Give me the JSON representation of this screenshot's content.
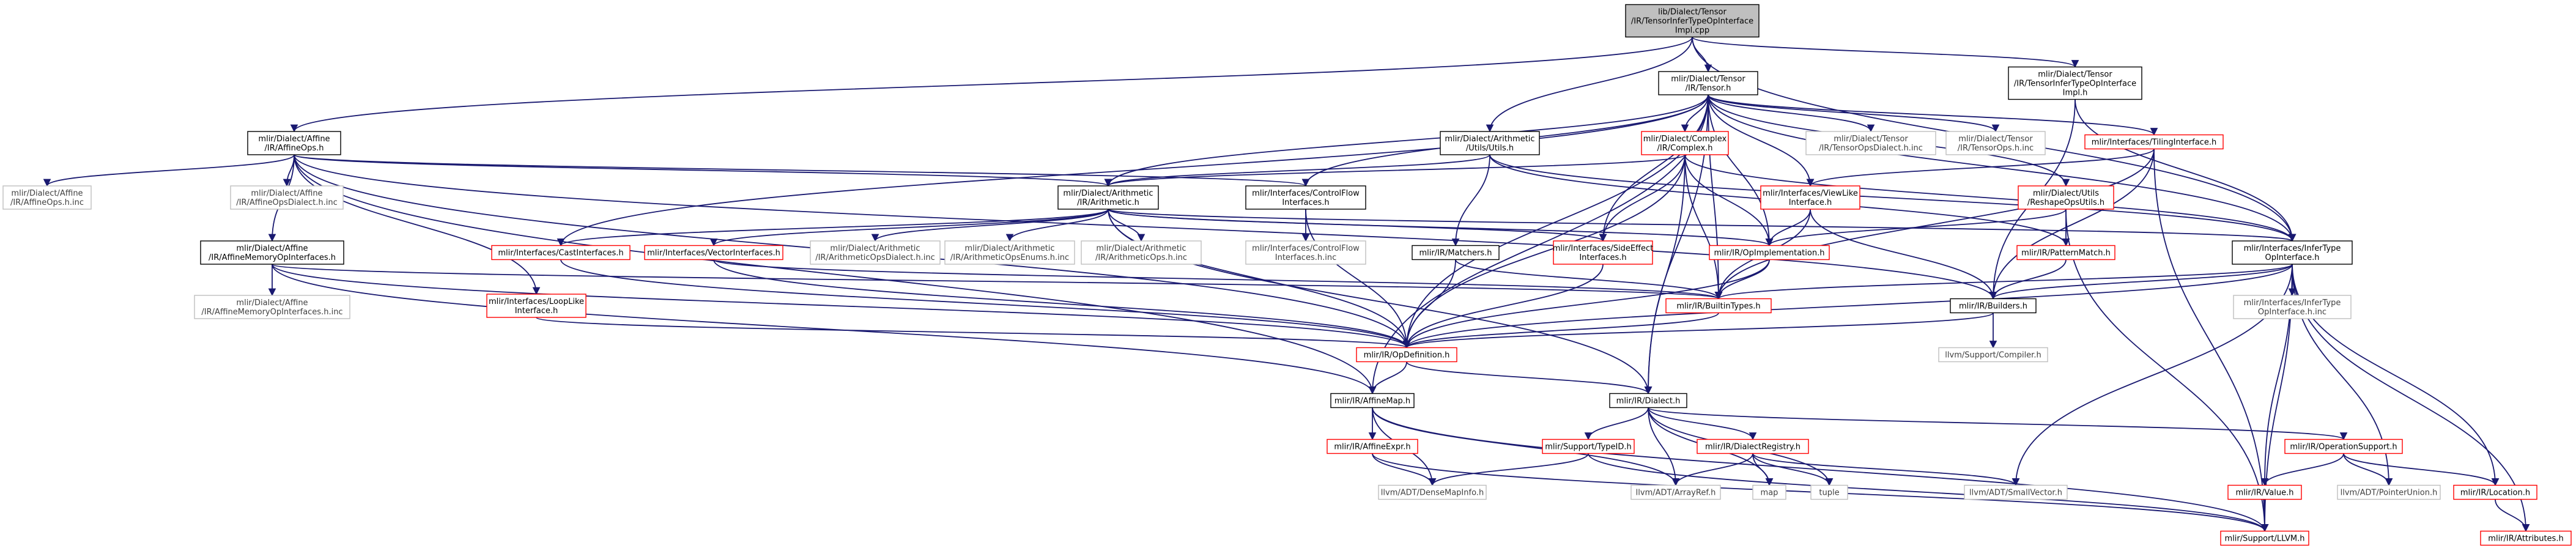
{
  "colors": {
    "edge": "#191970",
    "root_fill": "#bfbfbf",
    "node_border": "#000000",
    "node_border_missing": "#bfbfbf",
    "node_border_warn": "#ff0000",
    "text": "#000000",
    "text_missing": "#404040"
  },
  "nodes": [
    {
      "id": "root",
      "lines": [
        "lib/Dialect/Tensor",
        "/IR/TensorInferTypeOpInterface",
        "Impl.cpp"
      ],
      "style": "root"
    },
    {
      "id": "tensor_h",
      "lines": [
        "mlir/Dialect/Tensor",
        "/IR/Tensor.h"
      ],
      "style": "normal"
    },
    {
      "id": "tensor_infer_impl_h",
      "lines": [
        "mlir/Dialect/Tensor",
        "/IR/TensorInferTypeOpInterface",
        "Impl.h"
      ],
      "style": "normal"
    },
    {
      "id": "affine_ops_h",
      "lines": [
        "mlir/Dialect/Affine",
        "/IR/AffineOps.h"
      ],
      "style": "normal"
    },
    {
      "id": "arith_utils_h",
      "lines": [
        "mlir/Dialect/Arithmetic",
        "/Utils/Utils.h"
      ],
      "style": "normal"
    },
    {
      "id": "complex_h",
      "lines": [
        "mlir/Dialect/Complex",
        "/IR/Complex.h"
      ],
      "style": "warn"
    },
    {
      "id": "tensor_ops_dialect_inc",
      "lines": [
        "mlir/Dialect/Tensor",
        "/IR/TensorOpsDialect.h.inc"
      ],
      "style": "missing"
    },
    {
      "id": "tensor_ops_inc",
      "lines": [
        "mlir/Dialect/Tensor",
        "/IR/TensorOps.h.inc"
      ],
      "style": "missing"
    },
    {
      "id": "tiling_interface_h",
      "lines": [
        "mlir/Interfaces/TilingInterface.h"
      ],
      "style": "warn"
    },
    {
      "id": "affine_ops_inc",
      "lines": [
        "mlir/Dialect/Affine",
        "/IR/AffineOps.h.inc"
      ],
      "style": "missing"
    },
    {
      "id": "affine_ops_dialect_inc",
      "lines": [
        "mlir/Dialect/Affine",
        "/IR/AffineOpsDialect.h.inc"
      ],
      "style": "missing"
    },
    {
      "id": "arith_h",
      "lines": [
        "mlir/Dialect/Arithmetic",
        "/IR/Arithmetic.h"
      ],
      "style": "normal"
    },
    {
      "id": "control_flow_h",
      "lines": [
        "mlir/Interfaces/ControlFlow",
        "Interfaces.h"
      ],
      "style": "normal"
    },
    {
      "id": "view_like_h",
      "lines": [
        "mlir/Interfaces/ViewLike",
        "Interface.h"
      ],
      "style": "warn"
    },
    {
      "id": "reshape_utils_h",
      "lines": [
        "mlir/Dialect/Utils",
        "/ReshapeOpsUtils.h"
      ],
      "style": "warn"
    },
    {
      "id": "affine_mem_h",
      "lines": [
        "mlir/Dialect/Affine",
        "/IR/AffineMemoryOpInterfaces.h"
      ],
      "style": "normal"
    },
    {
      "id": "cast_interfaces_h",
      "lines": [
        "mlir/Interfaces/CastInterfaces.h"
      ],
      "style": "warn"
    },
    {
      "id": "vector_interfaces_h",
      "lines": [
        "mlir/Interfaces/VectorInterfaces.h"
      ],
      "style": "warn"
    },
    {
      "id": "arith_dialect_inc",
      "lines": [
        "mlir/Dialect/Arithmetic",
        "/IR/ArithmeticOpsDialect.h.inc"
      ],
      "style": "missing"
    },
    {
      "id": "arith_enums_inc",
      "lines": [
        "mlir/Dialect/Arithmetic",
        "/IR/ArithmeticOpsEnums.h.inc"
      ],
      "style": "missing"
    },
    {
      "id": "arith_ops_inc",
      "lines": [
        "mlir/Dialect/Arithmetic",
        "/IR/ArithmeticOps.h.inc"
      ],
      "style": "missing"
    },
    {
      "id": "control_flow_inc",
      "lines": [
        "mlir/Interfaces/ControlFlow",
        "Interfaces.h.inc"
      ],
      "style": "missing"
    },
    {
      "id": "matchers_h",
      "lines": [
        "mlir/IR/Matchers.h"
      ],
      "style": "normal"
    },
    {
      "id": "side_effect_h",
      "lines": [
        "mlir/Interfaces/SideEffect",
        "Interfaces.h"
      ],
      "style": "warn"
    },
    {
      "id": "op_impl_h",
      "lines": [
        "mlir/IR/OpImplementation.h"
      ],
      "style": "warn"
    },
    {
      "id": "pattern_match_h",
      "lines": [
        "mlir/IR/PatternMatch.h"
      ],
      "style": "warn"
    },
    {
      "id": "infer_type_h",
      "lines": [
        "mlir/Interfaces/InferType",
        "OpInterface.h"
      ],
      "style": "normal"
    },
    {
      "id": "affine_mem_inc",
      "lines": [
        "mlir/Dialect/Affine",
        "/IR/AffineMemoryOpInterfaces.h.inc"
      ],
      "style": "missing"
    },
    {
      "id": "loop_like_h",
      "lines": [
        "mlir/Interfaces/LoopLike",
        "Interface.h"
      ],
      "style": "warn"
    },
    {
      "id": "builtin_types_h",
      "lines": [
        "mlir/IR/BuiltinTypes.h"
      ],
      "style": "warn"
    },
    {
      "id": "builders_h",
      "lines": [
        "mlir/IR/Builders.h"
      ],
      "style": "normal"
    },
    {
      "id": "infer_type_inc",
      "lines": [
        "mlir/Interfaces/InferType",
        "OpInterface.h.inc"
      ],
      "style": "missing"
    },
    {
      "id": "op_definition_h",
      "lines": [
        "mlir/IR/OpDefinition.h"
      ],
      "style": "warn"
    },
    {
      "id": "compiler_h",
      "lines": [
        "llvm/Support/Compiler.h"
      ],
      "style": "missing"
    },
    {
      "id": "affine_map_h",
      "lines": [
        "mlir/IR/AffineMap.h"
      ],
      "style": "normal"
    },
    {
      "id": "dialect_h",
      "lines": [
        "mlir/IR/Dialect.h"
      ],
      "style": "normal"
    },
    {
      "id": "affine_expr_h",
      "lines": [
        "mlir/IR/AffineExpr.h"
      ],
      "style": "warn"
    },
    {
      "id": "type_id_h",
      "lines": [
        "mlir/Support/TypeID.h"
      ],
      "style": "warn"
    },
    {
      "id": "dialect_registry_h",
      "lines": [
        "mlir/IR/DialectRegistry.h"
      ],
      "style": "warn"
    },
    {
      "id": "op_support_h",
      "lines": [
        "mlir/IR/OperationSupport.h"
      ],
      "style": "warn"
    },
    {
      "id": "dense_map_info_h",
      "lines": [
        "llvm/ADT/DenseMapInfo.h"
      ],
      "style": "missing"
    },
    {
      "id": "array_ref_h",
      "lines": [
        "llvm/ADT/ArrayRef.h"
      ],
      "style": "missing"
    },
    {
      "id": "map",
      "lines": [
        "map"
      ],
      "style": "missing"
    },
    {
      "id": "tuple",
      "lines": [
        "tuple"
      ],
      "style": "missing"
    },
    {
      "id": "small_vector_h",
      "lines": [
        "llvm/ADT/SmallVector.h"
      ],
      "style": "missing"
    },
    {
      "id": "value_h",
      "lines": [
        "mlir/IR/Value.h"
      ],
      "style": "warn"
    },
    {
      "id": "pointer_union_h",
      "lines": [
        "llvm/ADT/PointerUnion.h"
      ],
      "style": "missing"
    },
    {
      "id": "location_h",
      "lines": [
        "mlir/IR/Location.h"
      ],
      "style": "warn"
    },
    {
      "id": "attributes_h",
      "lines": [
        "mlir/IR/Attributes.h"
      ],
      "style": "warn"
    },
    {
      "id": "llvm_h",
      "lines": [
        "mlir/Support/LLVM.h"
      ],
      "style": "warn"
    }
  ],
  "edges": [
    [
      "root",
      "tensor_h"
    ],
    [
      "root",
      "tensor_infer_impl_h"
    ],
    [
      "root",
      "affine_ops_h"
    ],
    [
      "root",
      "arith_utils_h"
    ],
    [
      "root",
      "infer_type_h"
    ],
    [
      "tensor_h",
      "complex_h"
    ],
    [
      "tensor_h",
      "tensor_ops_dialect_inc"
    ],
    [
      "tensor_h",
      "tensor_ops_inc"
    ],
    [
      "tensor_h",
      "tiling_interface_h"
    ],
    [
      "tensor_h",
      "arith_h"
    ],
    [
      "tensor_h",
      "control_flow_h"
    ],
    [
      "tensor_h",
      "view_like_h"
    ],
    [
      "tensor_h",
      "reshape_utils_h"
    ],
    [
      "tensor_h",
      "side_effect_h"
    ],
    [
      "tensor_h",
      "op_impl_h"
    ],
    [
      "tensor_h",
      "builtin_types_h"
    ],
    [
      "tensor_h",
      "op_definition_h"
    ],
    [
      "tensor_h",
      "cast_interfaces_h"
    ],
    [
      "tensor_h",
      "infer_type_h"
    ],
    [
      "tensor_h",
      "affine_map_h"
    ],
    [
      "tensor_h",
      "dialect_h"
    ],
    [
      "tensor_infer_impl_h",
      "infer_type_h"
    ],
    [
      "tensor_infer_impl_h",
      "builders_h"
    ],
    [
      "affine_ops_h",
      "affine_ops_inc"
    ],
    [
      "affine_ops_h",
      "affine_ops_dialect_inc"
    ],
    [
      "affine_ops_h",
      "arith_h"
    ],
    [
      "affine_ops_h",
      "affine_mem_h"
    ],
    [
      "affine_ops_h",
      "loop_like_h"
    ],
    [
      "affine_ops_h",
      "op_definition_h"
    ],
    [
      "affine_ops_h",
      "builders_h"
    ],
    [
      "affine_ops_h",
      "affine_map_h"
    ],
    [
      "affine_ops_h",
      "control_flow_h"
    ],
    [
      "arith_utils_h",
      "arith_h"
    ],
    [
      "arith_utils_h",
      "matchers_h"
    ],
    [
      "arith_utils_h",
      "pattern_match_h"
    ],
    [
      "arith_utils_h",
      "infer_type_h"
    ],
    [
      "complex_h",
      "arith_h"
    ],
    [
      "complex_h",
      "side_effect_h"
    ],
    [
      "complex_h",
      "op_impl_h"
    ],
    [
      "complex_h",
      "builtin_types_h"
    ],
    [
      "complex_h",
      "dialect_h"
    ],
    [
      "complex_h",
      "op_definition_h"
    ],
    [
      "complex_h",
      "infer_type_h"
    ],
    [
      "tiling_interface_h",
      "view_like_h"
    ],
    [
      "tiling_interface_h",
      "builtin_types_h"
    ],
    [
      "tiling_interface_h",
      "builders_h"
    ],
    [
      "tiling_interface_h",
      "llvm_h"
    ],
    [
      "arith_h",
      "cast_interfaces_h"
    ],
    [
      "arith_h",
      "vector_interfaces_h"
    ],
    [
      "arith_h",
      "arith_dialect_inc"
    ],
    [
      "arith_h",
      "arith_enums_inc"
    ],
    [
      "arith_h",
      "arith_ops_inc"
    ],
    [
      "arith_h",
      "side_effect_h"
    ],
    [
      "arith_h",
      "infer_type_h"
    ],
    [
      "arith_h",
      "op_impl_h"
    ],
    [
      "arith_h",
      "op_definition_h"
    ],
    [
      "arith_h",
      "dialect_h"
    ],
    [
      "control_flow_h",
      "control_flow_inc"
    ],
    [
      "control_flow_h",
      "op_definition_h"
    ],
    [
      "view_like_h",
      "op_impl_h"
    ],
    [
      "view_like_h",
      "builtin_types_h"
    ],
    [
      "view_like_h",
      "builders_h"
    ],
    [
      "reshape_utils_h",
      "pattern_match_h"
    ],
    [
      "reshape_utils_h",
      "op_impl_h"
    ],
    [
      "reshape_utils_h",
      "llvm_h"
    ],
    [
      "affine_mem_h",
      "affine_mem_inc"
    ],
    [
      "affine_mem_h",
      "op_definition_h"
    ],
    [
      "affine_mem_h",
      "affine_map_h"
    ],
    [
      "affine_mem_h",
      "builtin_types_h"
    ],
    [
      "cast_interfaces_h",
      "op_definition_h"
    ],
    [
      "vector_interfaces_h",
      "op_definition_h"
    ],
    [
      "vector_interfaces_h",
      "builtin_types_h"
    ],
    [
      "matchers_h",
      "op_definition_h"
    ],
    [
      "matchers_h",
      "builtin_types_h"
    ],
    [
      "side_effect_h",
      "op_definition_h"
    ],
    [
      "op_impl_h",
      "builtin_types_h"
    ],
    [
      "op_impl_h",
      "op_definition_h"
    ],
    [
      "pattern_match_h",
      "builders_h"
    ],
    [
      "infer_type_h",
      "infer_type_inc"
    ],
    [
      "infer_type_h",
      "builtin_types_h"
    ],
    [
      "infer_type_h",
      "builders_h"
    ],
    [
      "infer_type_h",
      "op_definition_h"
    ],
    [
      "infer_type_h",
      "small_vector_h"
    ],
    [
      "infer_type_h",
      "value_h"
    ],
    [
      "infer_type_h",
      "pointer_union_h"
    ],
    [
      "infer_type_h",
      "location_h"
    ],
    [
      "infer_type_h",
      "attributes_h"
    ],
    [
      "infer_type_h",
      "llvm_h"
    ],
    [
      "loop_like_h",
      "op_definition_h"
    ],
    [
      "builtin_types_h",
      "op_definition_h"
    ],
    [
      "builders_h",
      "op_definition_h"
    ],
    [
      "builders_h",
      "compiler_h"
    ],
    [
      "op_definition_h",
      "dialect_h"
    ],
    [
      "op_definition_h",
      "affine_map_h"
    ],
    [
      "affine_map_h",
      "affine_expr_h"
    ],
    [
      "affine_map_h",
      "dense_map_info_h"
    ],
    [
      "affine_map_h",
      "array_ref_h"
    ],
    [
      "affine_map_h",
      "llvm_h"
    ],
    [
      "dialect_h",
      "type_id_h"
    ],
    [
      "dialect_h",
      "dialect_registry_h"
    ],
    [
      "dialect_h",
      "op_support_h"
    ],
    [
      "dialect_h",
      "array_ref_h"
    ],
    [
      "dialect_h",
      "map"
    ],
    [
      "dialect_h",
      "tuple"
    ],
    [
      "affine_expr_h",
      "dense_map_info_h"
    ],
    [
      "affine_expr_h",
      "llvm_h"
    ],
    [
      "type_id_h",
      "dense_map_info_h"
    ],
    [
      "type_id_h",
      "llvm_h"
    ],
    [
      "dialect_registry_h",
      "array_ref_h"
    ],
    [
      "dialect_registry_h",
      "map"
    ],
    [
      "dialect_registry_h",
      "tuple"
    ],
    [
      "dialect_registry_h",
      "small_vector_h"
    ],
    [
      "op_support_h",
      "value_h"
    ],
    [
      "op_support_h",
      "pointer_union_h"
    ],
    [
      "op_support_h",
      "location_h"
    ],
    [
      "value_h",
      "llvm_h"
    ],
    [
      "location_h",
      "attributes_h"
    ]
  ]
}
